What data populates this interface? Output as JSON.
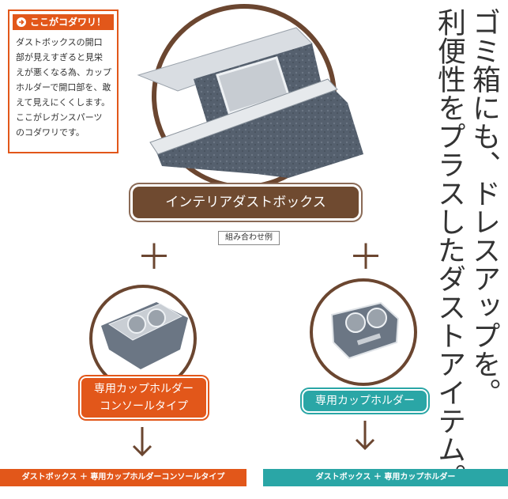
{
  "note": {
    "heading": "ここがコダワリ！",
    "lines": [
      "ダストボックスの開口",
      "部が見えすぎると見栄",
      "えが悪くなる為、カップ",
      "ホルダーで開口部を、敢",
      "えて見えにくくします。",
      "ここがレガンスパーツ",
      "のコダワリです。"
    ]
  },
  "headline": {
    "col1": "ゴミ箱にも、ドレスアップを。",
    "col2": "利便性をプラスしたダストアイテム。"
  },
  "main_product": {
    "label": "インテリアダストボックス"
  },
  "combo_label": "組み合わせ例",
  "plus_symbol": "＋",
  "left_option": {
    "label_line1": "専用カップホルダー",
    "label_line2": "コンソールタイプ",
    "result": "ダストボックス ＋ 専用カップホルダーコンソールタイプ",
    "color": "#e2571a"
  },
  "right_option": {
    "label": "専用カップホルダー",
    "result": "ダストボックス ＋ 専用カップホルダー",
    "color": "#2aa6a6"
  },
  "icons": {
    "arrow": "arrow-right-icon",
    "down": "arrow-down-icon"
  }
}
